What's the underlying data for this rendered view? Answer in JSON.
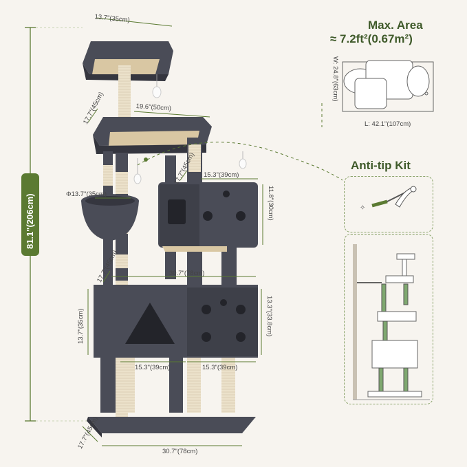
{
  "colors": {
    "accent": "#5b7a32",
    "accent_dark": "#3f5a2a",
    "plush": "#4a4c57",
    "plush_shadow": "#35363f",
    "sisal": "#e9dfc7",
    "pad": "#d9c7a3",
    "background": "#f7f4ef"
  },
  "header": {
    "title_line1": "Max. Area",
    "title_line2": "≈ 7.2ft²(0.67m²)"
  },
  "floor_plan": {
    "width_label": "W: 24.8\"(63cm)",
    "length_label": "L: 42.1\"(107cm)"
  },
  "anti_tip": {
    "title": "Anti-tip Kit"
  },
  "dimensions": {
    "total_height": "81.1\"(206cm)",
    "top_perch_width": "13.7\"(35cm)",
    "platform_depth": "17.7\"(45cm)",
    "platform_width": "19.6\"(50cm)",
    "condo_depth": "17.7\"(45cm)",
    "condo_width_upper": "15.3\"(39cm)",
    "condo_height_upper": "11.8\"(30cm)",
    "basket_diameter": "Φ13.7\"(35cm)",
    "mid_depth": "17.7\"(45cm)",
    "mid_width": "30.7\"(78cm)",
    "lower_condo_height_left": "13.7\"(35cm)",
    "lower_condo_height_right": "13.3\"(33.8cm)",
    "lower_condo_width_left": "15.3\"(39cm)",
    "lower_condo_width_right": "15.3\"(39cm)",
    "base_depth": "17.7\"(45cm)",
    "base_width": "30.7\"(78cm)"
  }
}
